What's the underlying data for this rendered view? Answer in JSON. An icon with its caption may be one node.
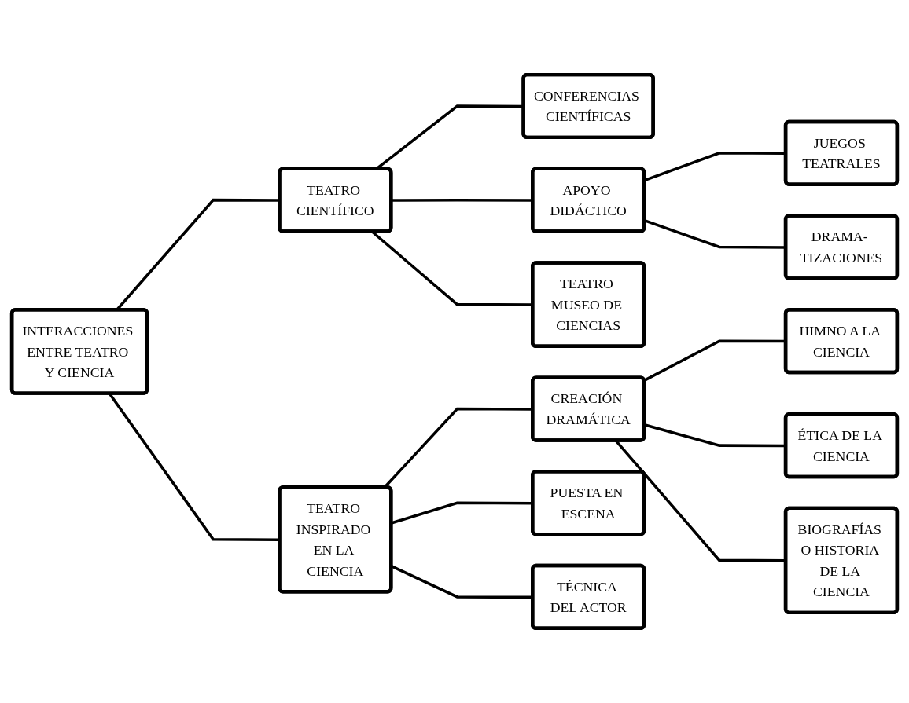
{
  "diagram": {
    "nodes": [
      {
        "text": [
          "INTERACCIONES ENTRE TEATRO Y CIENCIA"
        ]
      },
      {
        "text": [
          "TEATRO CIENTÍFICO"
        ]
      },
      {
        "text": [
          "CONFERENCIAS CIENTÍFICAS"
        ]
      },
      {
        "text": [
          "APOYO DIDÁCTICO"
        ]
      },
      {
        "text": [
          "JUEGOS TEATRALES"
        ]
      },
      {
        "text": [
          "DRAMA- TIZACIONES"
        ]
      },
      {
        "text": [
          "TEATRO MUSEO DE CIENCIAS"
        ]
      },
      {
        "text": [
          "TEATRO INSPIRADO EN LA CIENCIA"
        ]
      },
      {
        "text": [
          "CREACIÓN DRAMÁTICA"
        ]
      },
      {
        "text": [
          "HIMNO A LA CIENCIA"
        ]
      },
      {
        "text": [
          "ÉTICA DE LA CIENCIA"
        ]
      },
      {
        "text": [
          "BIOGRAFÍAS O HISTORIA DE LA CIENCIA"
        ]
      },
      {
        "text": [
          "PUESTA EN ESCENA"
        ]
      },
      {
        "text": [
          "TÉCNICA DEL ACTOR"
        ]
      }
    ],
    "edges": [
      {
        "from": 0,
        "to": 1,
        "arrow": "none"
      },
      {
        "from": 0,
        "to": 7,
        "arrow": "none"
      },
      {
        "from": 1,
        "to": 2,
        "arrow": "none"
      },
      {
        "from": 1,
        "to": 3,
        "arrow": "none"
      },
      {
        "from": 1,
        "to": 6,
        "arrow": "none"
      },
      {
        "from": 3,
        "to": 4,
        "arrow": "none"
      },
      {
        "from": 3,
        "to": 5,
        "arrow": "none"
      },
      {
        "from": 7,
        "to": 8,
        "arrow": "none"
      },
      {
        "from": 7,
        "to": 12,
        "arrow": "none"
      },
      {
        "from": 7,
        "to": 13,
        "arrow": "none"
      },
      {
        "from": 8,
        "to": 9,
        "arrow": "none"
      },
      {
        "from": 8,
        "to": 10,
        "arrow": "none"
      },
      {
        "from": 8,
        "to": 11,
        "arrow": "none"
      }
    ]
  }
}
